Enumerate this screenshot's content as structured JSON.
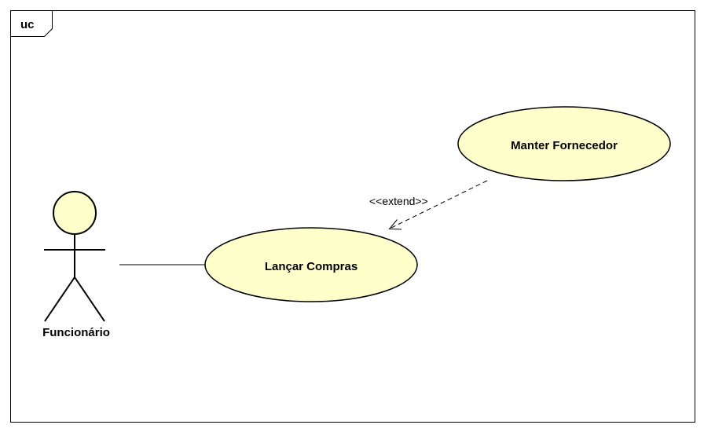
{
  "frame": {
    "label": "uc"
  },
  "colors": {
    "use_case_fill": "#FFFFCC",
    "actor_head_fill": "#FFFFCC",
    "stroke": "#000000",
    "background": "#FFFFFF"
  },
  "actors": [
    {
      "id": "funcionario",
      "name": "Funcionário"
    }
  ],
  "use_cases": [
    {
      "id": "lancar-compras",
      "name": "Lançar Compras"
    },
    {
      "id": "manter-fornecedor",
      "name": "Manter Fornecedor"
    }
  ],
  "relationships": [
    {
      "type": "association",
      "from": "funcionario",
      "to": "lancar-compras"
    },
    {
      "type": "extend",
      "from": "manter-fornecedor",
      "to": "lancar-compras",
      "label": "<<extend>>"
    }
  ]
}
